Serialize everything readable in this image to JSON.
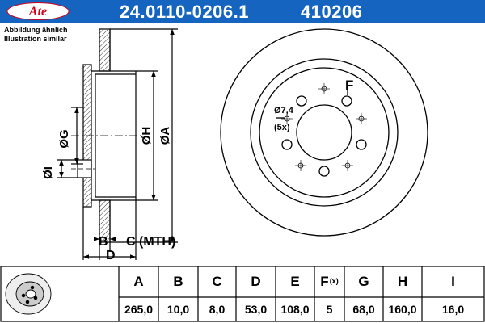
{
  "brand": "Ate",
  "part_number": "24.0110-0206.1",
  "ref_number": "410206",
  "notes": [
    "Abbildung ähnlich",
    "Illustration similar"
  ],
  "labels": {
    "dia_a": "ØA",
    "dia_h": "ØH",
    "dia_g": "ØG",
    "dia_i": "ØI",
    "b": "B",
    "c_mth": "C (MTH)",
    "d": "D",
    "f": "F",
    "hole_dia": "Ø7,4",
    "hole_count": "(5x)"
  },
  "table": {
    "columns": [
      {
        "key": "A",
        "label": "A",
        "value": "265,0"
      },
      {
        "key": "B",
        "label": "B",
        "value": "10,0"
      },
      {
        "key": "C",
        "label": "C",
        "value": "8,0"
      },
      {
        "key": "D",
        "label": "D",
        "value": "53,0"
      },
      {
        "key": "E",
        "label": "E",
        "value": "108,0"
      },
      {
        "key": "F",
        "label": "F",
        "sub": "(x)",
        "value": "5"
      },
      {
        "key": "G",
        "label": "G",
        "value": "68,0"
      },
      {
        "key": "H",
        "label": "H",
        "value": "160,0"
      },
      {
        "key": "I",
        "label": "I",
        "value": "16,0"
      }
    ]
  },
  "colors": {
    "header": "#1565c0",
    "line": "#000000",
    "logo_red": "#d0021b"
  }
}
